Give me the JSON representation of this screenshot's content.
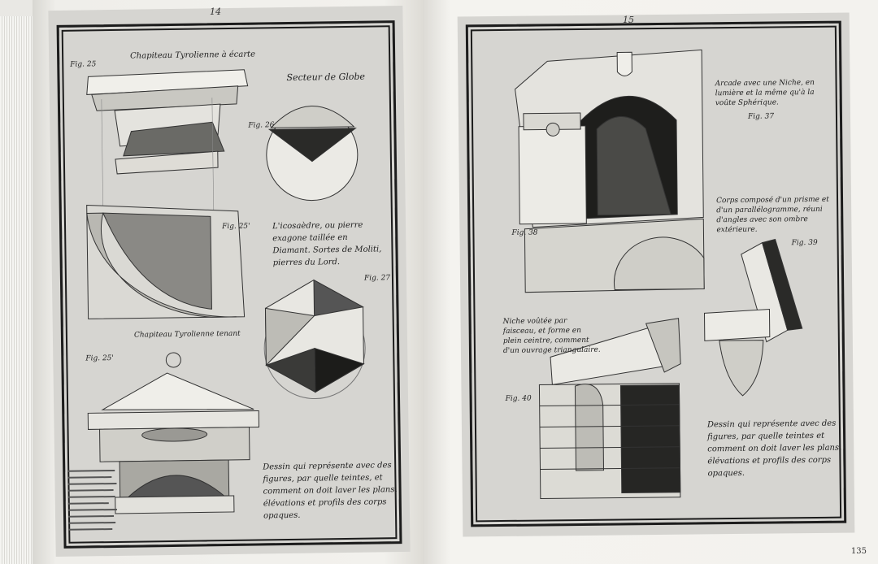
{
  "left_page": {
    "page_number": "14",
    "fig_labels": [
      "Fig. 25",
      "Fig. 26",
      "Fig. 25'",
      "Fig. 27",
      "Fig. 25'"
    ],
    "titles": [
      "Chapiteau Tyrolienne à écarte",
      "Secteur de Globe",
      "Chapiteau Tyrolienne tenant"
    ],
    "caption_icosaedre": "L'icosaèdre, ou pierre exagone taillée en Diamant. Sortes de Moliti, pierres du Lord.",
    "caption_bottom": "Dessin qui représente avec des figures, par quelle teintes, et comment on doit laver les plans, élévations et profils des corps opaques."
  },
  "right_page": {
    "page_number": "15",
    "folio": "135",
    "fig_labels": [
      "Fig. 37",
      "Fig. 38",
      "Fig. 39",
      "Fig. 40"
    ],
    "caption_arcade": "Arcade avec une Niche, en lumière et la même qu'à la voûte Sphérique.",
    "caption_corps": "Corps composé d'un prisme et d'un parallélogramme, réuni d'angles avec son ombre extérieure.",
    "caption_niche": "Niche voûtée par faisceau, et forme en plein ceintre, comment d'un ouvrage triangulaire.",
    "caption_bottom": "Dessin qui représente avec des figures, par quelle teintes et comment on doit laver les plans, élévations et profils des corps opaques."
  }
}
